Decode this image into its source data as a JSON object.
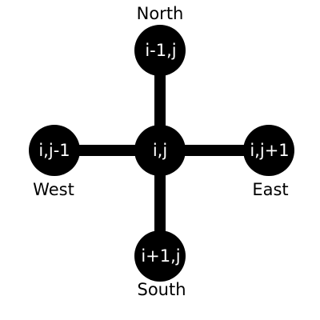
{
  "nodes": {
    "center": "i,j",
    "north": "i-1,j",
    "south": "i+1,j",
    "west": "i,j-1",
    "east": "i,j+1"
  },
  "directions": {
    "north": "North",
    "south": "South",
    "west": "West",
    "east": "East"
  },
  "colors": {
    "node_fill": "#000000",
    "node_text": "#ffffff",
    "edge": "#000000",
    "label_text": "#000000",
    "background": "#ffffff"
  }
}
